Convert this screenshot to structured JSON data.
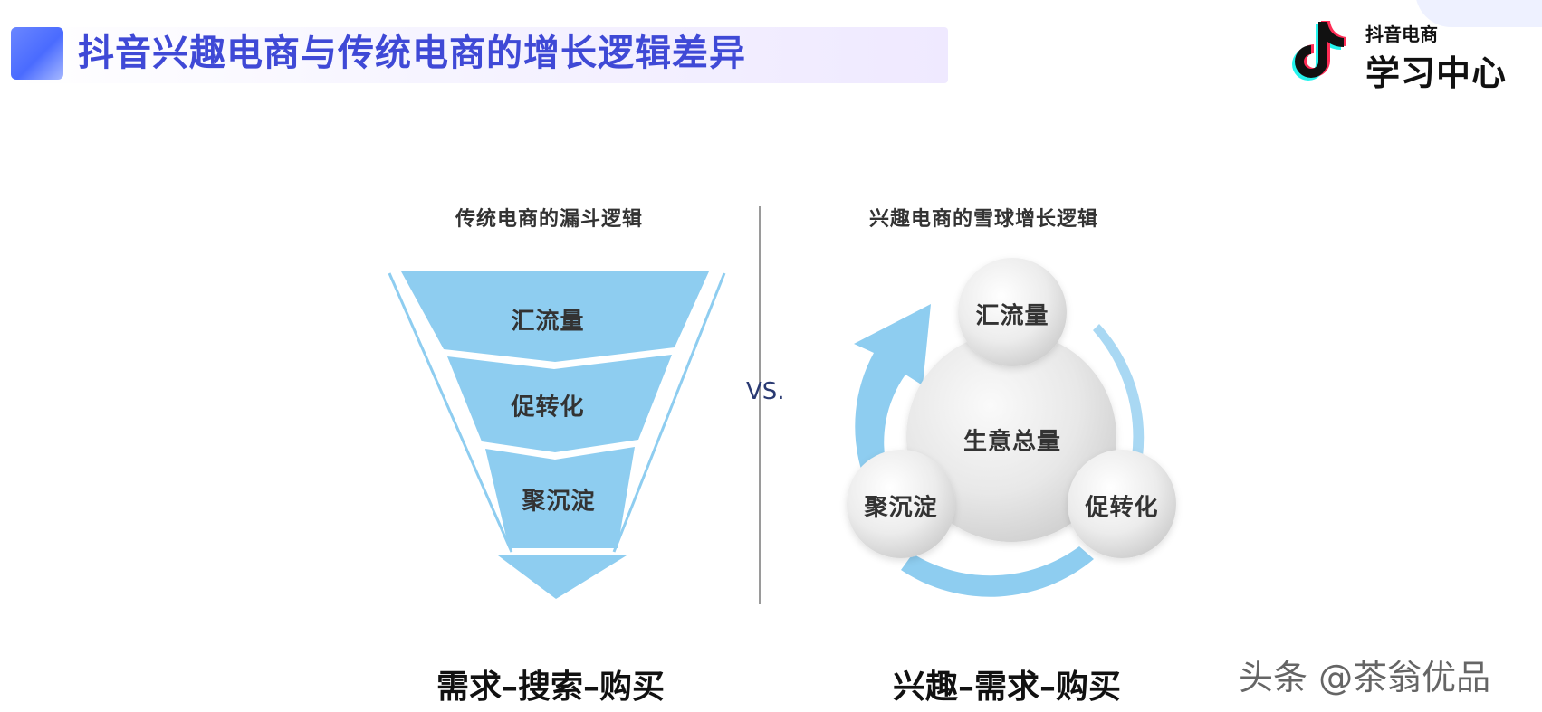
{
  "header": {
    "title": "抖音兴趣电商与传统电商的增长逻辑差异"
  },
  "logo": {
    "small_text": "抖音电商",
    "big_text": "学习中心",
    "icon": "tiktok-note-icon"
  },
  "left_panel": {
    "title": "传统电商的漏斗逻辑",
    "funnel_stages": [
      "汇流量",
      "促转化",
      "聚沉淀"
    ],
    "bottom_label": "需求–搜索–购买"
  },
  "vs_label": "VS.",
  "right_panel": {
    "title": "兴趣电商的雪球增长逻辑",
    "center_label": "生意总量",
    "cycle_stages": [
      "汇流量",
      "促转化",
      "聚沉淀"
    ],
    "bottom_label": "兴趣–需求–购买"
  },
  "watermark": "头条 @茶翁优品",
  "colors": {
    "title": "#3f49d6",
    "funnel_fill": "#8ecdf0",
    "funnel_outline": "#8ecdf0",
    "arrow": "#8ecdf0",
    "sphere": "#e6e6e6"
  }
}
